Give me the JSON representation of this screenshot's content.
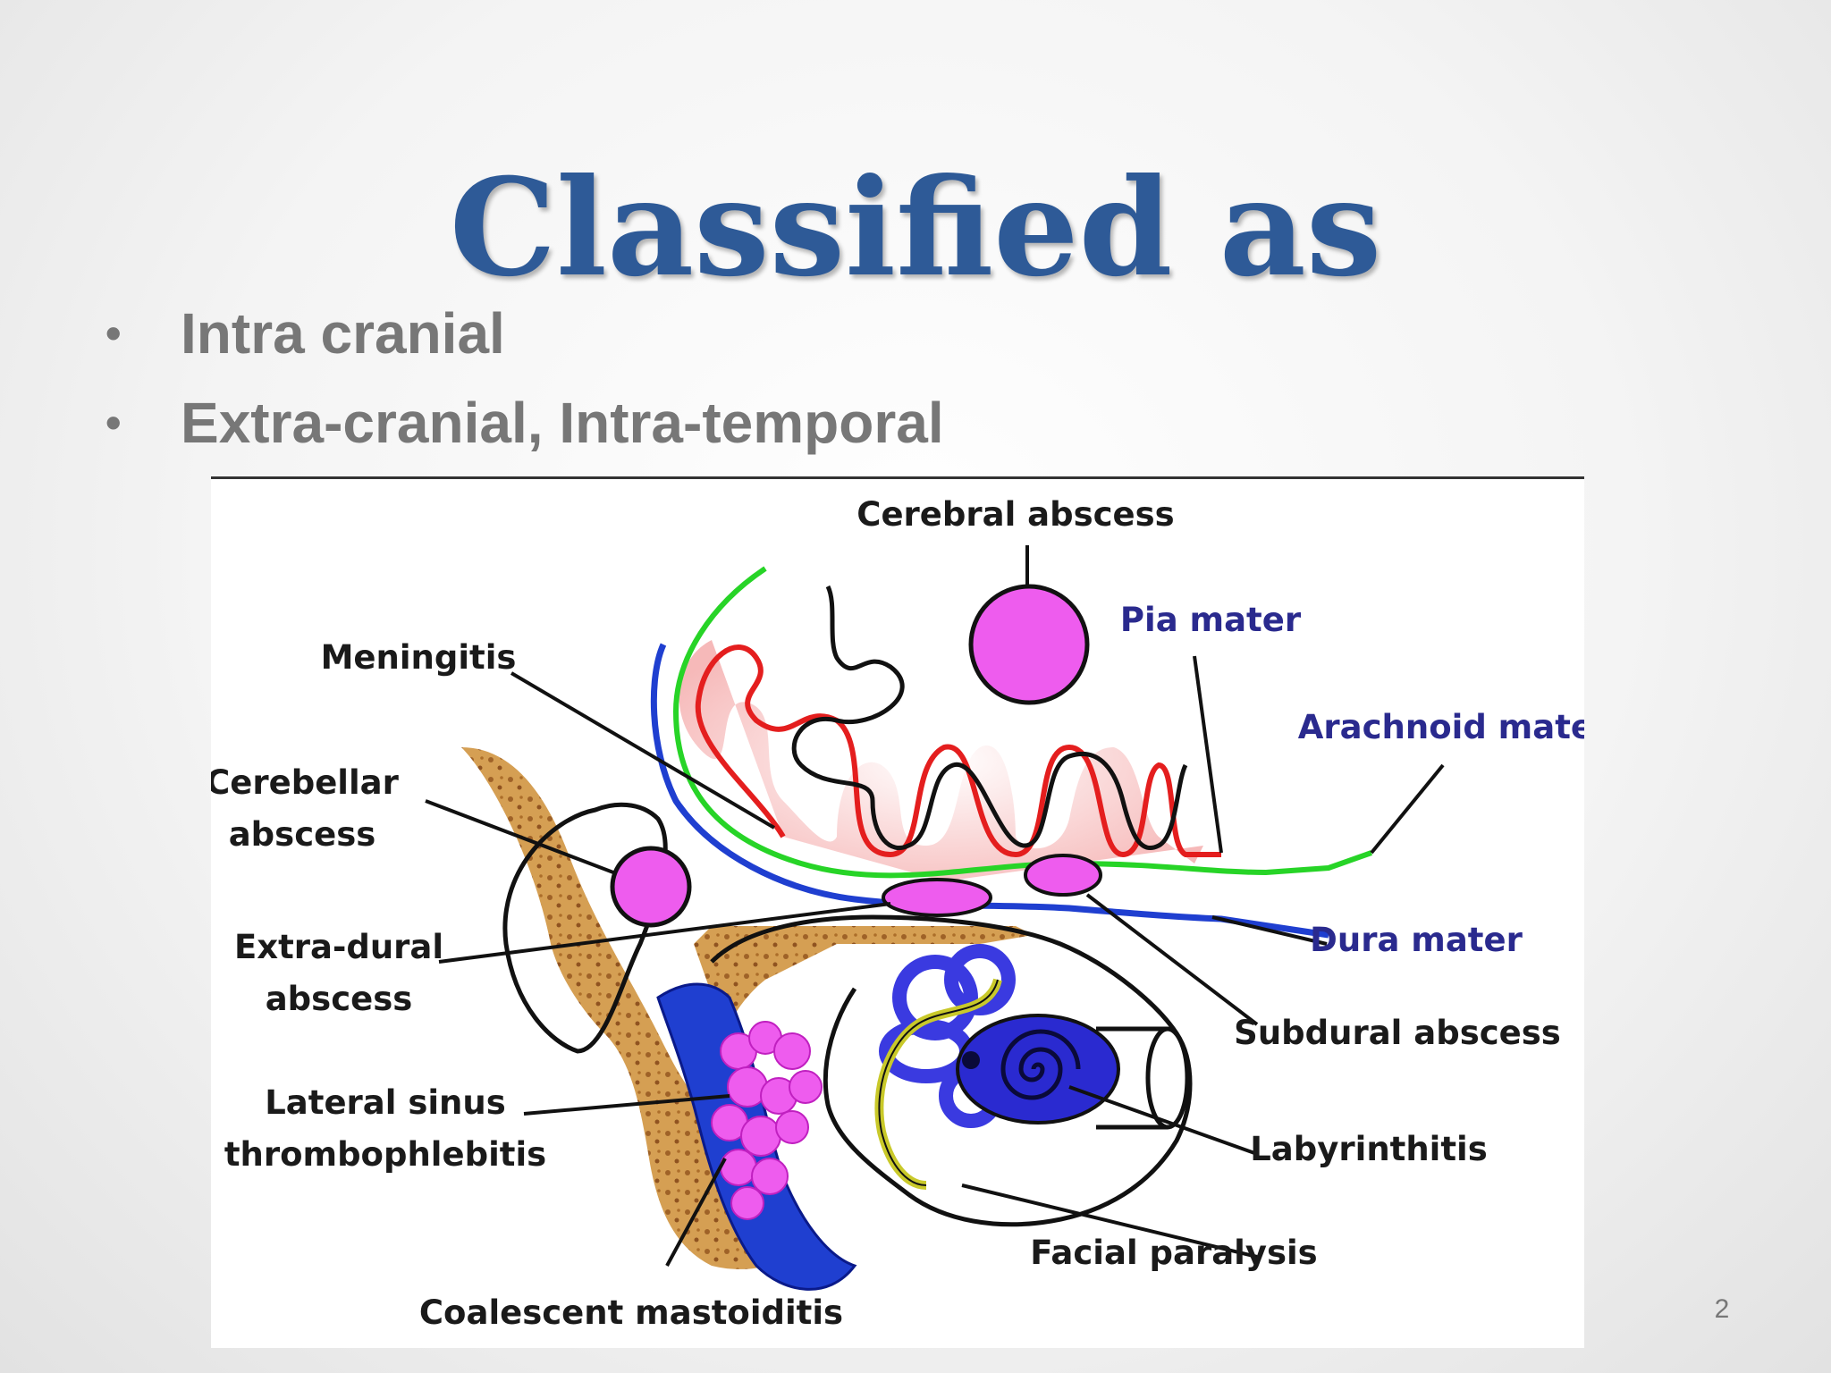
{
  "slide": {
    "title": "Classified as",
    "bullets": [
      "Intra cranial",
      "Extra-cranial, Intra-temporal"
    ],
    "page_number": "2"
  },
  "diagram": {
    "labels": {
      "cerebral_abscess": "Cerebral abscess",
      "pia_mater": "Pia mater",
      "meningitis": "Meningitis",
      "arachnoid_mater": "Arachnoid mater",
      "cerebellar_1": "Cerebellar",
      "cerebellar_2": "abscess",
      "extradural_1": "Extra-dural",
      "extradural_2": "abscess",
      "dura_mater": "Dura mater",
      "subdural_abscess": "Subdural abscess",
      "lateral_sinus_1": "Lateral sinus",
      "lateral_sinus_2": "thrombophlebitis",
      "labyrinthitis": "Labyrinthitis",
      "facial_paralysis": "Facial paralysis",
      "coalescent_mastoiditis": "Coalescent mastoiditis"
    },
    "colors": {
      "pia_mater": "#e41e1e",
      "arachnoid_mater": "#27d427",
      "dura_mater": "#1f3fd0",
      "abscess": "#ee5cee",
      "mastoid_bone": "#c98a3a",
      "labyrinth": "#3333cc"
    }
  }
}
